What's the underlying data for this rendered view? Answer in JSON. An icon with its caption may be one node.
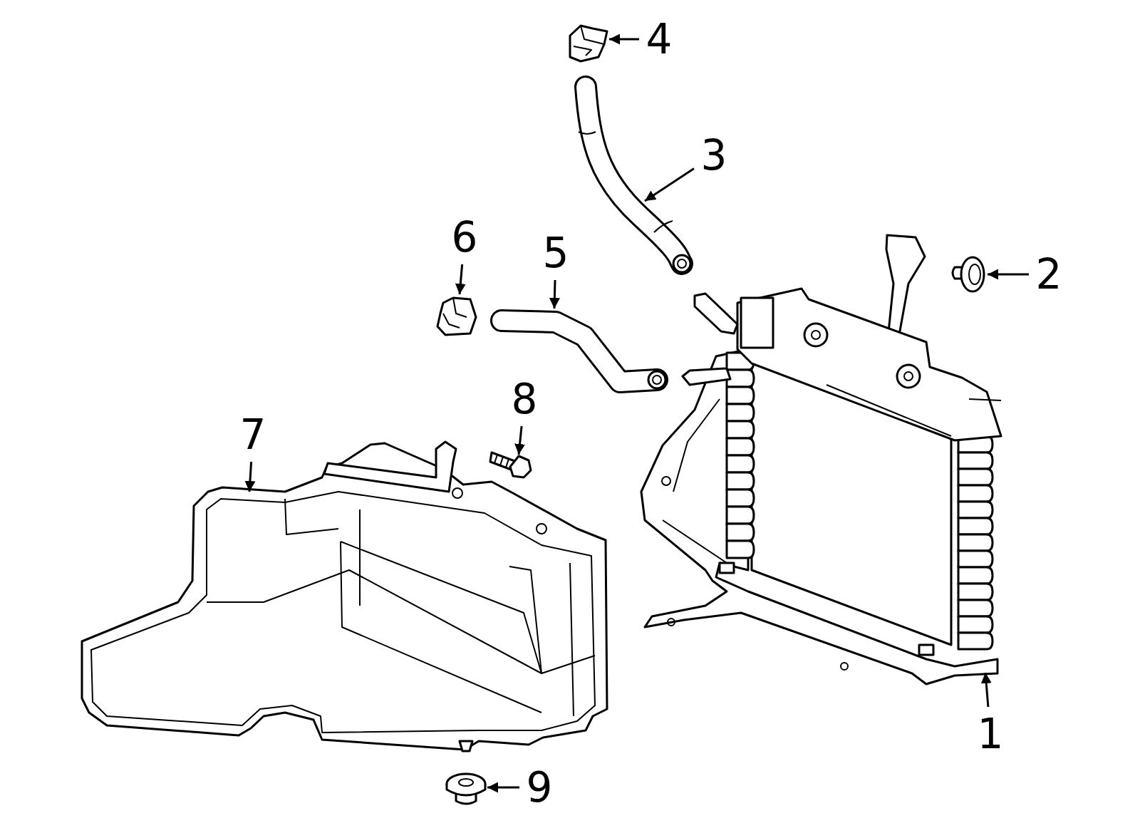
{
  "diagram": {
    "nodes": [
      {
        "text": [
          "1"
        ]
      },
      {
        "text": [
          "2"
        ]
      },
      {
        "text": [
          "3"
        ]
      },
      {
        "text": [
          "4"
        ]
      },
      {
        "text": [
          "5"
        ]
      },
      {
        "text": [
          "6"
        ]
      },
      {
        "text": [
          "7"
        ]
      },
      {
        "text": [
          "8"
        ]
      },
      {
        "text": [
          "9"
        ]
      },
      {
        "text": [],
        "shape": "picture"
      },
      {
        "text": [],
        "shape": "picture"
      },
      {
        "text": [],
        "shape": "picture"
      },
      {
        "text": [],
        "shape": "picture"
      },
      {
        "text": [],
        "shape": "picture"
      },
      {
        "text": [],
        "shape": "picture"
      },
      {
        "text": [],
        "shape": "picture"
      },
      {
        "text": [],
        "shape": "picture"
      },
      {
        "text": [],
        "shape": "picture"
      }
    ],
    "edges": [
      {
        "from": 0,
        "to": 9,
        "arrow": "to"
      },
      {
        "from": 1,
        "to": 10,
        "arrow": "to"
      },
      {
        "from": 2,
        "to": 11,
        "arrow": "to"
      },
      {
        "from": 3,
        "to": 12,
        "arrow": "to"
      },
      {
        "from": 4,
        "to": 13,
        "arrow": "to"
      },
      {
        "from": 5,
        "to": 14,
        "arrow": "to"
      },
      {
        "from": 6,
        "to": 15,
        "arrow": "to"
      },
      {
        "from": 7,
        "to": 16,
        "arrow": "to"
      },
      {
        "from": 8,
        "to": 17,
        "arrow": "to"
      }
    ]
  }
}
